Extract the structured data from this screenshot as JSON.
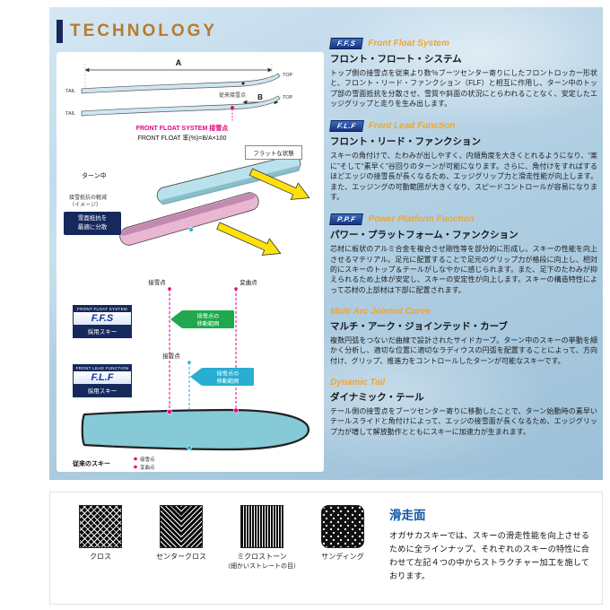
{
  "header": {
    "title": "TECHNOLOGY"
  },
  "sections": [
    {
      "badge": "F.F.S",
      "en": "Front Float System",
      "ja": "フロント・フロート・システム",
      "body": "トップ側の接雪点を従来より数％ブーツセンター寄りにしたフロントロッカー形状と、フロント・リード・ファンクション（FLF）と相互に作用し、ターン中のトップ部の雪面抵抗を分散させ、雪質や斜面の状況にとらわれることなく、安定したエッジグリップと走りを生み出します。"
    },
    {
      "badge": "F.L.F",
      "en": "Front Lead Function",
      "ja": "フロント・リード・ファンクション",
      "body": "スキーの角付けで、たわみが出しやすく、内傾角度を大きくとれるようになり、“楽に”そして“素早く”谷回りのターンが可能になります。さらに、角付けをすればするほどエッジの接雪長が長くなるため、エッジグリップ力と滑走性能が向上します。また、エッジングの可動範囲が大きくなり、スピードコントロールが容易になります。"
    },
    {
      "badge": "P.P.F",
      "en": "Power Platform Function",
      "ja": "パワー・プラットフォーム・ファンクション",
      "body": "芯材に板状のアルミ合金を複合させ剛性等を部分的に形成し、スキーの性能を向上させるマテリアル。足元に配置することで足元のグリップ力が格段に向上し、相対的にスキーのトップ＆テールがしなやかに感じられます。また、足下のたわみが抑えられるため上体が安定し、スキーの安定性が向上します。スキーの構造特性によって芯材の上部材は下部に配置されます。"
    },
    {
      "en": "Multi Arc Jointed Curve",
      "ja": "マルチ・アーク・ジョインテッド・カーブ",
      "body": "複数円弧をつないだ曲線で設計されたサイドカーブ。ターン中のスキーの挙動を細かく分析し、適切な位置に適切なラディウスの円弧を配置することによって、方向付け、グリップ、推進力をコントロールしたターンが可能なスキーです。"
    },
    {
      "en": "Dynamic Tail",
      "ja": "ダイナミック・テール",
      "body": "テール側の接雪点をブーツセンター寄りに移動したことで、ターン始動時の素早いテールスライドと角付けによって、エッジの接雪面が長くなるため、エッジグリップ力が増して解放動作とともにスキーに加速力が生まれます。"
    }
  ],
  "diagram": {
    "dim_a": "A",
    "dim_b": "B",
    "tail": "TAIL",
    "top": "TOP",
    "conventional_contact": "従来接雪点",
    "ffs_contact": "FRONT FLOAT SYSTEM 接雪点",
    "ffs_formula": "FRONT FLOAT 率(%)=B/A×100",
    "in_turn": "ターン中",
    "flat_state": "フラットな状態",
    "resistance_note_l1": "接雪抵抗の軽減",
    "resistance_note_l2": "（イメージ）",
    "resistance_box_l1": "雪面抵抗を",
    "resistance_box_l2": "最適に分散",
    "contact_point": "接雪点",
    "inflection_point": "変曲点",
    "range_l1": "接雪点の",
    "range_l2": "移動範囲",
    "ffs_badge": {
      "top": "FRONT FLOAT SYSTEM",
      "logo": "F.F.S",
      "bottom": "採用スキー"
    },
    "flf_badge": {
      "top": "FRONT LEAD FUNCTION",
      "logo": "F.L.F",
      "bottom": "採用スキー"
    },
    "conventional_ski": "従来のスキー"
  },
  "base": {
    "title": "滑走面",
    "body": "オガサカスキーでは、スキーの滑走性能を向上させるために全ラインナップ、それぞれのスキーの特性に合わせて左記４つの中からストラクチャー加工を施しております。",
    "swatches": [
      {
        "label": "クロス",
        "sub": ""
      },
      {
        "label": "センタークロス",
        "sub": ""
      },
      {
        "label": "ミクロストーン",
        "sub": "（細かいストレートの目）"
      },
      {
        "label": "サンディング",
        "sub": ""
      }
    ]
  },
  "colors": {
    "accent_orange": "#f2a430",
    "title_brown": "#b97a28",
    "navy": "#16295c",
    "pink": "#e6007e",
    "green": "#1fa84e",
    "cyan": "#29aed2",
    "base_blue": "#1559a8"
  }
}
